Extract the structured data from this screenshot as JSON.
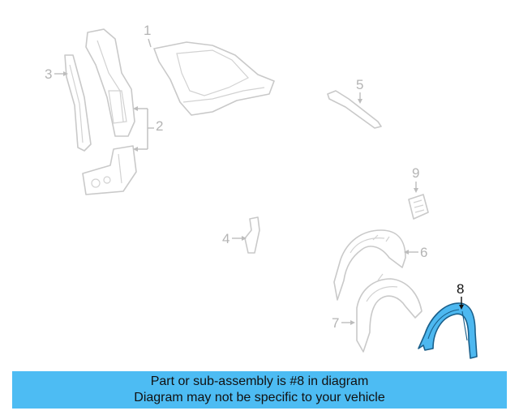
{
  "callouts": {
    "c1": "1",
    "c2": "2",
    "c3": "3",
    "c4": "4",
    "c5": "5",
    "c6": "6",
    "c7": "7",
    "c8": "8",
    "c9": "9"
  },
  "highlighted_part": "8",
  "colors": {
    "highlight_fill": "#4db8f0",
    "banner_background": "#4dbcf3",
    "part_outline": "#c9c9c9"
  },
  "banner": {
    "line1": "Part or sub-assembly is #8 in diagram",
    "line2": "Diagram may not be specific to your vehicle"
  }
}
